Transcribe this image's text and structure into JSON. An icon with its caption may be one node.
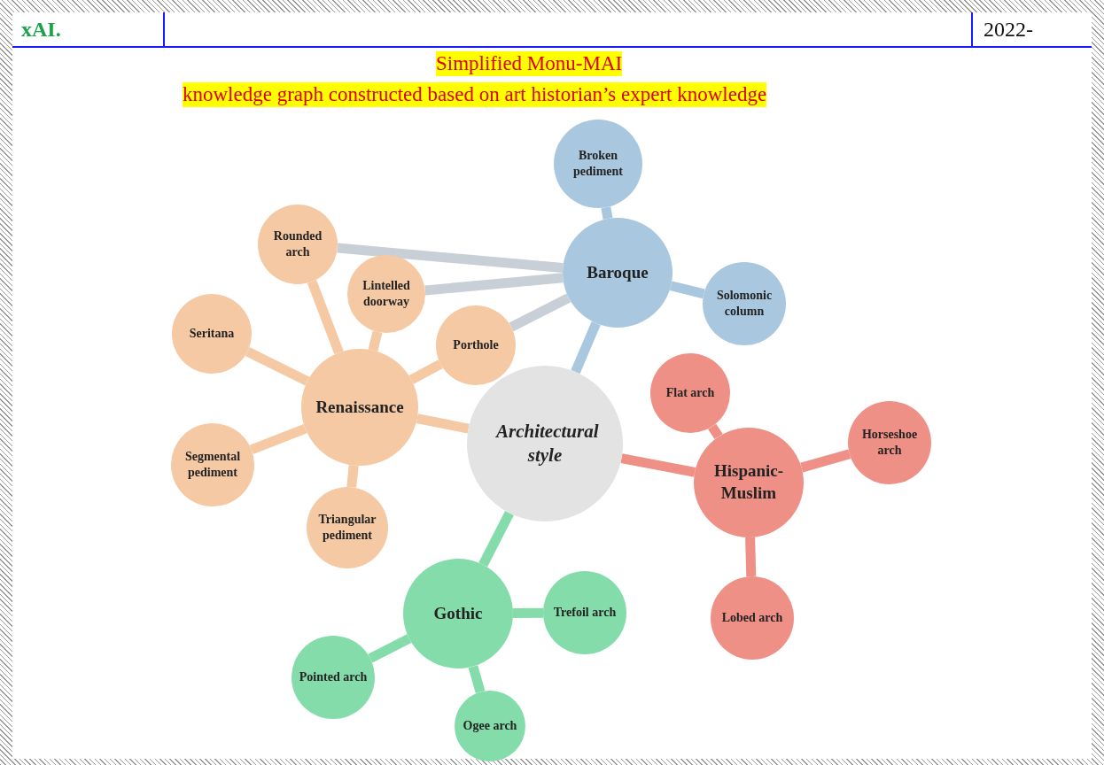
{
  "diagram": {
    "title": "Simplified Monu-MAI",
    "nodes": [
      {
        "text": [
          "Architectural style"
        ]
      },
      {
        "text": [
          "Baroque"
        ]
      },
      {
        "text": [
          "Broken pediment"
        ]
      },
      {
        "text": [
          "Solomonic column"
        ]
      },
      {
        "text": [
          "Renaissance"
        ]
      },
      {
        "text": [
          "Rounded arch"
        ]
      },
      {
        "text": [
          "Lintelled doorway"
        ]
      },
      {
        "text": [
          "Porthole"
        ]
      },
      {
        "text": [
          "Seritana"
        ]
      },
      {
        "text": [
          "Segmental pediment"
        ]
      },
      {
        "text": [
          "Triangular pediment"
        ]
      },
      {
        "text": [
          "Hispanic-Muslim"
        ]
      },
      {
        "text": [
          "Flat arch"
        ]
      },
      {
        "text": [
          "Horseshoe arch"
        ]
      },
      {
        "text": [
          "Lobed arch"
        ]
      },
      {
        "text": [
          "Gothic"
        ]
      },
      {
        "text": [
          "Trefoil arch"
        ]
      },
      {
        "text": [
          "Pointed arch"
        ]
      },
      {
        "text": [
          "Ogee arch"
        ]
      }
    ],
    "edges": [
      {
        "from": 0,
        "to": 1,
        "arrow": "none",
        "color": "#a9c8e0"
      },
      {
        "from": 0,
        "to": 4,
        "arrow": "none",
        "color": "#f5c9a3"
      },
      {
        "from": 0,
        "to": 11,
        "arrow": "none",
        "color": "#ef9087"
      },
      {
        "from": 0,
        "to": 15,
        "arrow": "none",
        "color": "#84dcaa"
      },
      {
        "from": 1,
        "to": 2,
        "arrow": "none",
        "color": "#a9c8e0"
      },
      {
        "from": 1,
        "to": 3,
        "arrow": "none",
        "color": "#a9c8e0"
      },
      {
        "from": 1,
        "to": 5,
        "arrow": "none",
        "color": "#c9cfd6"
      },
      {
        "from": 1,
        "to": 6,
        "arrow": "none",
        "color": "#c9cfd6"
      },
      {
        "from": 1,
        "to": 7,
        "arrow": "none",
        "color": "#c9cfd6"
      },
      {
        "from": 4,
        "to": 5,
        "arrow": "none",
        "color": "#f5c9a3"
      },
      {
        "from": 4,
        "to": 6,
        "arrow": "none",
        "color": "#f5c9a3"
      },
      {
        "from": 4,
        "to": 7,
        "arrow": "none",
        "color": "#f5c9a3"
      },
      {
        "from": 4,
        "to": 8,
        "arrow": "none",
        "color": "#f5c9a3"
      },
      {
        "from": 4,
        "to": 9,
        "arrow": "none",
        "color": "#f5c9a3"
      },
      {
        "from": 4,
        "to": 10,
        "arrow": "none",
        "color": "#f5c9a3"
      },
      {
        "from": 11,
        "to": 12,
        "arrow": "none",
        "color": "#ef9087"
      },
      {
        "from": 11,
        "to": 13,
        "arrow": "none",
        "color": "#ef9087"
      },
      {
        "from": 11,
        "to": 14,
        "arrow": "none",
        "color": "#ef9087"
      },
      {
        "from": 15,
        "to": 16,
        "arrow": "none",
        "color": "#84dcaa"
      },
      {
        "from": 15,
        "to": 17,
        "arrow": "none",
        "color": "#84dcaa"
      },
      {
        "from": 15,
        "to": 18,
        "arrow": "none",
        "color": "#84dcaa"
      }
    ],
    "labels": [
      "xAI.",
      "2022-",
      "knowledge graph constructed based on art historian’s expert knowledge"
    ]
  }
}
